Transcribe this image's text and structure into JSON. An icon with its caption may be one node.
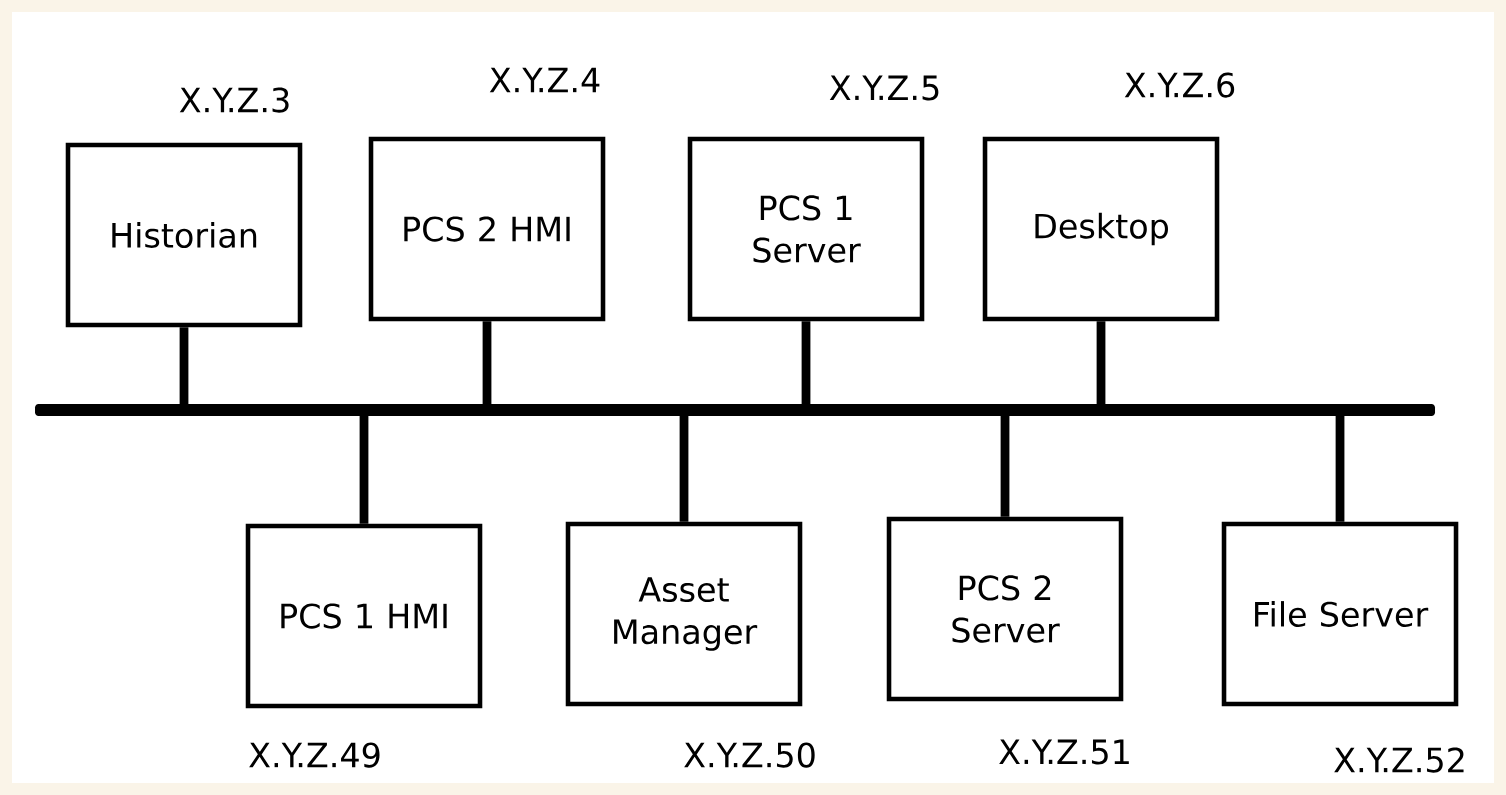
{
  "diagram": {
    "nodes": [
      {
        "text": [
          "Historian"
        ],
        "beside": [
          "X.Y.Z.3"
        ]
      },
      {
        "text": [
          "PCS 2 HMI"
        ],
        "beside": [
          "X.Y.Z.4"
        ]
      },
      {
        "text": [
          "PCS 1 Server"
        ],
        "beside": [
          "X.Y.Z.5"
        ]
      },
      {
        "text": [
          "Desktop"
        ],
        "beside": [
          "X.Y.Z.6"
        ]
      },
      {
        "text": [],
        "shape": "bar"
      },
      {
        "text": [
          "PCS 1 HMI"
        ],
        "beside": [
          "X.Y.Z.49"
        ]
      },
      {
        "text": [
          "Asset Manager"
        ],
        "beside": [
          "X.Y.Z.50"
        ]
      },
      {
        "text": [
          "PCS 2 Server"
        ],
        "beside": [
          "X.Y.Z.51"
        ]
      },
      {
        "text": [
          "File Server"
        ],
        "beside": [
          "X.Y.Z.52"
        ]
      }
    ],
    "edges": [
      {
        "from": 0,
        "to": 4,
        "arrow": "none"
      },
      {
        "from": 1,
        "to": 4,
        "arrow": "none"
      },
      {
        "from": 2,
        "to": 4,
        "arrow": "none"
      },
      {
        "from": 3,
        "to": 4,
        "arrow": "none"
      },
      {
        "from": 5,
        "to": 4,
        "arrow": "none"
      },
      {
        "from": 6,
        "to": 4,
        "arrow": "none"
      },
      {
        "from": 7,
        "to": 4,
        "arrow": "none"
      },
      {
        "from": 8,
        "to": 4,
        "arrow": "none"
      }
    ]
  }
}
